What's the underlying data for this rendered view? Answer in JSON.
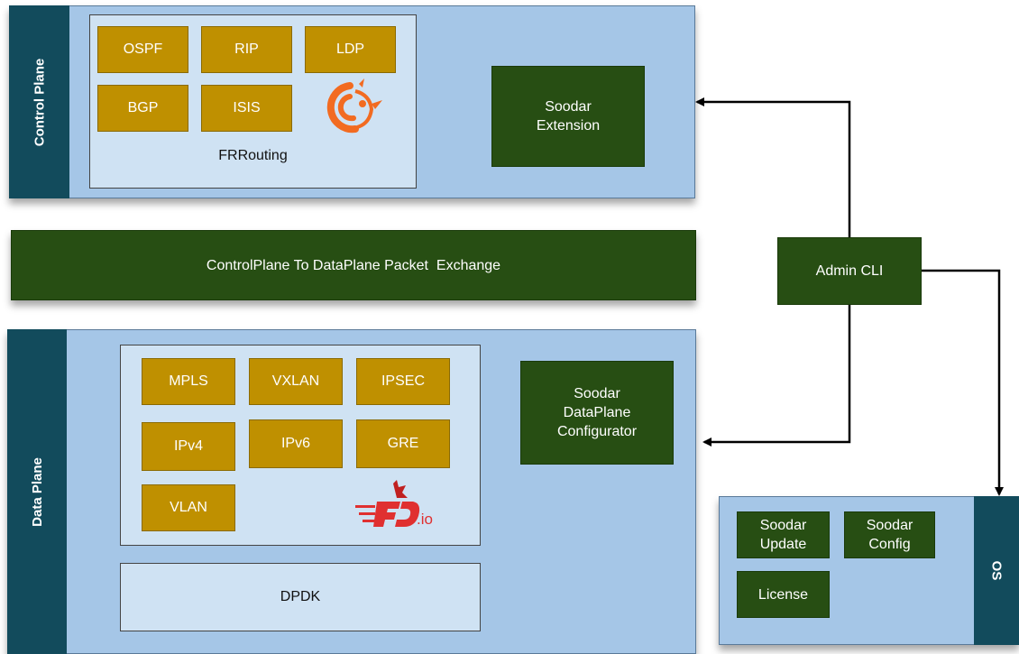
{
  "control_plane": {
    "side_label": "Control Plane",
    "frrouting": {
      "label": "FRRouting",
      "protocols": [
        "OSPF",
        "RIP",
        "LDP",
        "BGP",
        "ISIS"
      ],
      "logo_icon": "frrouting-logo"
    },
    "extension": "Soodar\nExtension"
  },
  "exchange": {
    "label": "ControlPlane To DataPlane Packet  Exchange"
  },
  "data_plane": {
    "side_label": "Data Plane",
    "fdio": {
      "protocols": [
        "MPLS",
        "VXLAN",
        "IPSEC",
        "IPv4",
        "IPv6",
        "GRE",
        "VLAN"
      ],
      "logo_text": ".io",
      "logo_icon": "fdio-logo"
    },
    "dpdk": "DPDK",
    "configurator": "Soodar\nDataPlane\nConfigurator"
  },
  "admin_cli": {
    "label": "Admin CLI"
  },
  "os": {
    "side_label": "OS",
    "items": [
      "Soodar\nUpdate",
      "Soodar\nConfig",
      "License"
    ]
  },
  "colors": {
    "panel": "#a5c6e7",
    "side": "#124b5c",
    "protocol": "#bf9000",
    "module": "#274e13",
    "inner": "#cfe2f3"
  }
}
